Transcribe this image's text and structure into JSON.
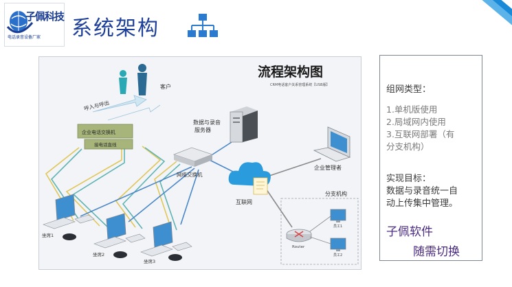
{
  "logo": {
    "name": "子佩科技",
    "slogan": "电话录音设备厂家"
  },
  "header": {
    "title": "系统架构",
    "icon": "org-chart-icon"
  },
  "diagram": {
    "title": "流程架构图",
    "subtitle": "CRM电话客户关系管理系统【USB版】",
    "labels": {
      "customer": "客户",
      "call_in_out": "呼入与呼出",
      "pbx": "企业电话交换机",
      "phone_line": "接电话直线",
      "server": "数据与录音\n服务器",
      "network_switch": "网络交换机",
      "internet": "互联网",
      "manager": "企业管理者",
      "branch": "分支机构",
      "router": "Router",
      "seat1": "坐席1",
      "seat2": "坐席2",
      "seat3": "坐席3",
      "staff1": "员工1",
      "staff2": "员工2"
    }
  },
  "panel": {
    "network_type_label": "组网类型：",
    "network_types": [
      "1.单机版使用",
      "2.局域网内使用",
      "3.互联网部署（有",
      "分支机构）"
    ],
    "goal_label": "实现目标：",
    "goal_lines": [
      "数据与录音统一自",
      "动上传集中管理。"
    ]
  },
  "footer": {
    "brand": "子佩软件",
    "switch": "随需切换"
  },
  "colors": {
    "title_blue": "#1e3f9a",
    "brand_purple": "#4a2a80",
    "cable_yellow": "#e0c75a",
    "cable_teal": "#5fb3b3",
    "cable_blue": "#4a87c9"
  }
}
